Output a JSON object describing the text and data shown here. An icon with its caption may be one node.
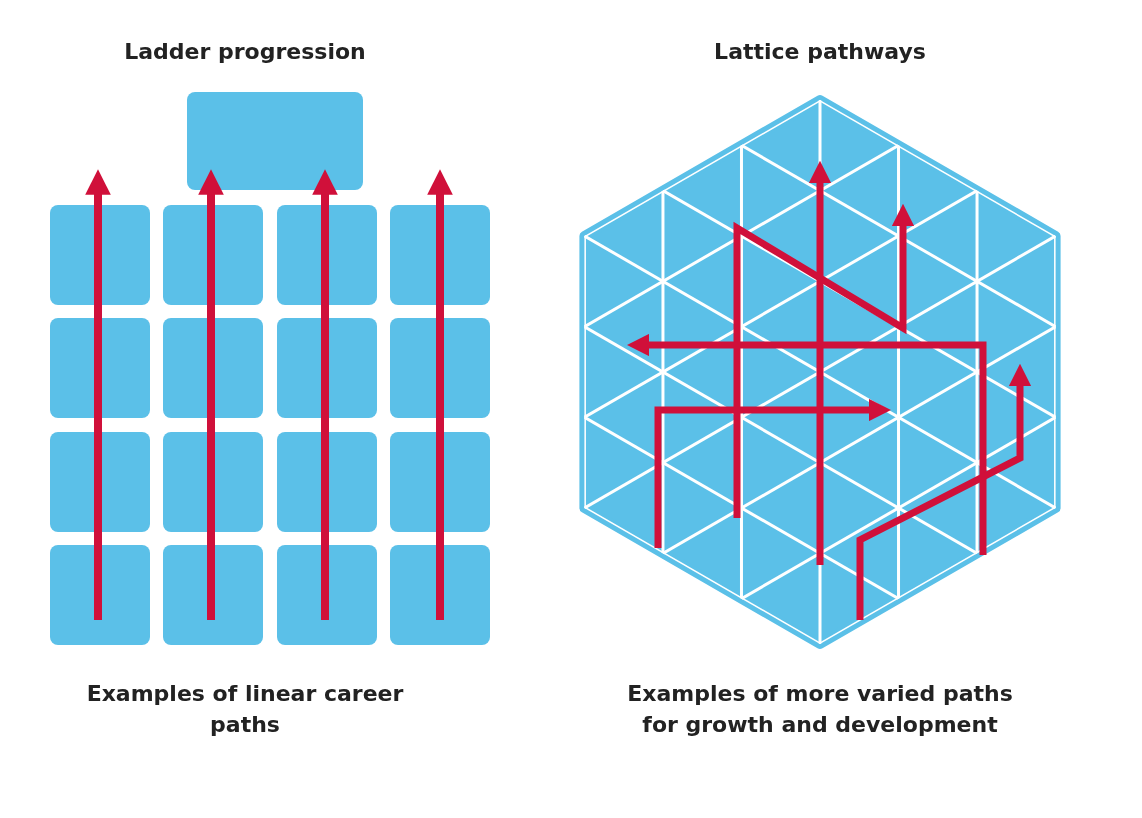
{
  "diagram": {
    "labels": [
      "Ladder progression",
      "Lattice pathways",
      "Examples of linear career paths",
      "Examples of more varied paths for growth and development"
    ]
  }
}
